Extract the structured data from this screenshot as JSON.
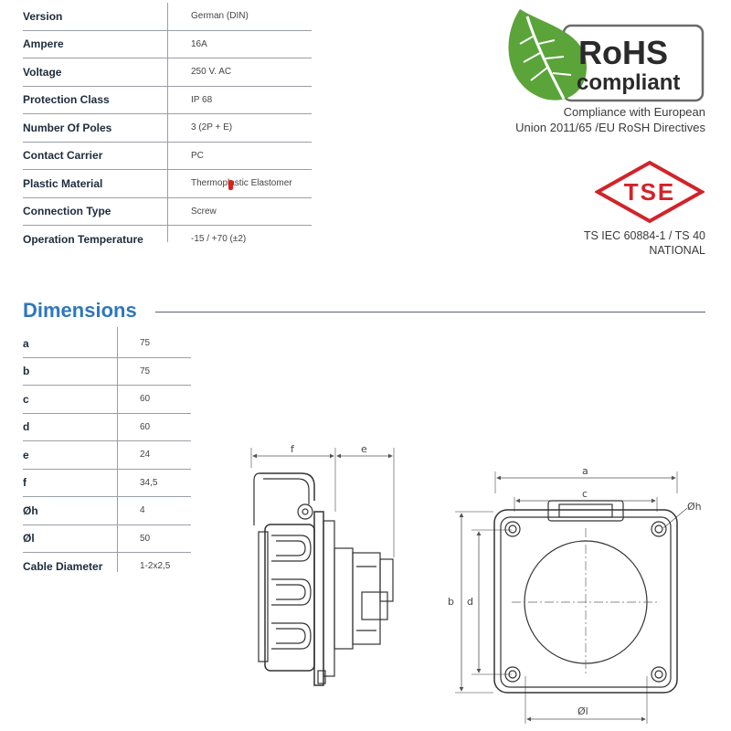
{
  "specs": [
    {
      "label": "Version",
      "value": "German (DIN)"
    },
    {
      "label": "Ampere",
      "value": "16A"
    },
    {
      "label": "Voltage",
      "value": "250 V. AC"
    },
    {
      "label": "Protection Class",
      "value": "IP 68"
    },
    {
      "label": "Number Of Poles",
      "value": "3 (2P + E)"
    },
    {
      "label": "Contact Carrier",
      "value": "PC"
    },
    {
      "label": "Plastic Material",
      "value": "Thermoplastic Elastomer"
    },
    {
      "label": "Connection Type",
      "value": "Screw"
    },
    {
      "label": "Operation Temperature",
      "value": "-15 / +70 (±2)"
    }
  ],
  "rohs": {
    "logo_word": "RoHS",
    "logo_sub": "compliant",
    "caption_line1": "Compliance with European",
    "caption_line2": "Union 2011/65 /EU RoSH Directives",
    "leaf_color": "#5aa43a",
    "frame_color": "#6a6a6a"
  },
  "tse": {
    "logo_text": "TSE",
    "caption_line1": "TS IEC 60884-1 / TS 40",
    "caption_line2": "NATIONAL",
    "color": "#d2232a"
  },
  "dimensions": {
    "title": "Dimensions",
    "title_color": "#2e77bc",
    "rows": [
      {
        "label": "a",
        "value": "75"
      },
      {
        "label": "b",
        "value": "75"
      },
      {
        "label": "c",
        "value": "60"
      },
      {
        "label": "d",
        "value": "60"
      },
      {
        "label": "e",
        "value": "24"
      },
      {
        "label": "f",
        "value": "34,5"
      },
      {
        "label": "Øh",
        "value": "4"
      },
      {
        "label": "Øl",
        "value": "50"
      },
      {
        "label": "Cable Diameter",
        "value": "1-2x2,5"
      }
    ]
  },
  "drawing_labels": {
    "f": "f",
    "e": "e",
    "a": "a",
    "c": "c",
    "b": "b",
    "d": "d",
    "h": "Øh",
    "l": "Øl"
  }
}
